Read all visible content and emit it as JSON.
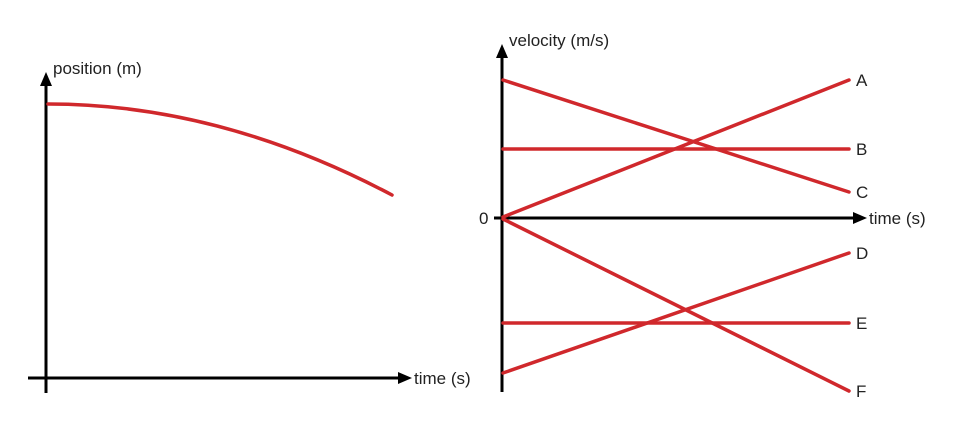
{
  "colors": {
    "curve": "#d0282c",
    "axis": "#000000",
    "text": "#222222"
  },
  "left_graph": {
    "y_label": "position (m)",
    "x_label": "time (s)"
  },
  "right_graph": {
    "y_label": "velocity (m/s)",
    "x_label": "time (s)",
    "origin_label": "0",
    "lines": [
      {
        "label": "A"
      },
      {
        "label": "B"
      },
      {
        "label": "C"
      },
      {
        "label": "D"
      },
      {
        "label": "E"
      },
      {
        "label": "F"
      }
    ]
  }
}
